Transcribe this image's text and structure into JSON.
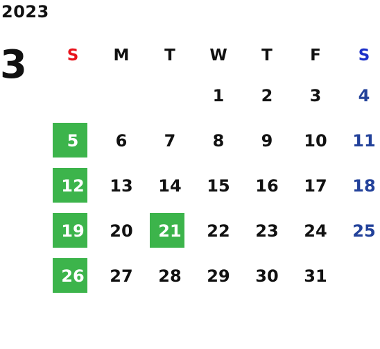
{
  "year": "2023",
  "month": "3",
  "weekdays": [
    "S",
    "M",
    "T",
    "W",
    "T",
    "F",
    "S"
  ],
  "colors": {
    "highlight": "#3cb44b",
    "sunday_header": "#e8121b",
    "saturday_header": "#1b2fc9",
    "saturday_days": "#22419a",
    "text": "#111111"
  },
  "weeks": [
    [
      "",
      "",
      "",
      "1",
      "2",
      "3",
      "4"
    ],
    [
      "5",
      "6",
      "7",
      "8",
      "9",
      "10",
      "11"
    ],
    [
      "12",
      "13",
      "14",
      "15",
      "16",
      "17",
      "18"
    ],
    [
      "19",
      "20",
      "21",
      "22",
      "23",
      "24",
      "25"
    ],
    [
      "26",
      "27",
      "28",
      "29",
      "30",
      "31",
      ""
    ]
  ],
  "highlighted_days": [
    "5",
    "12",
    "19",
    "21",
    "26"
  ]
}
